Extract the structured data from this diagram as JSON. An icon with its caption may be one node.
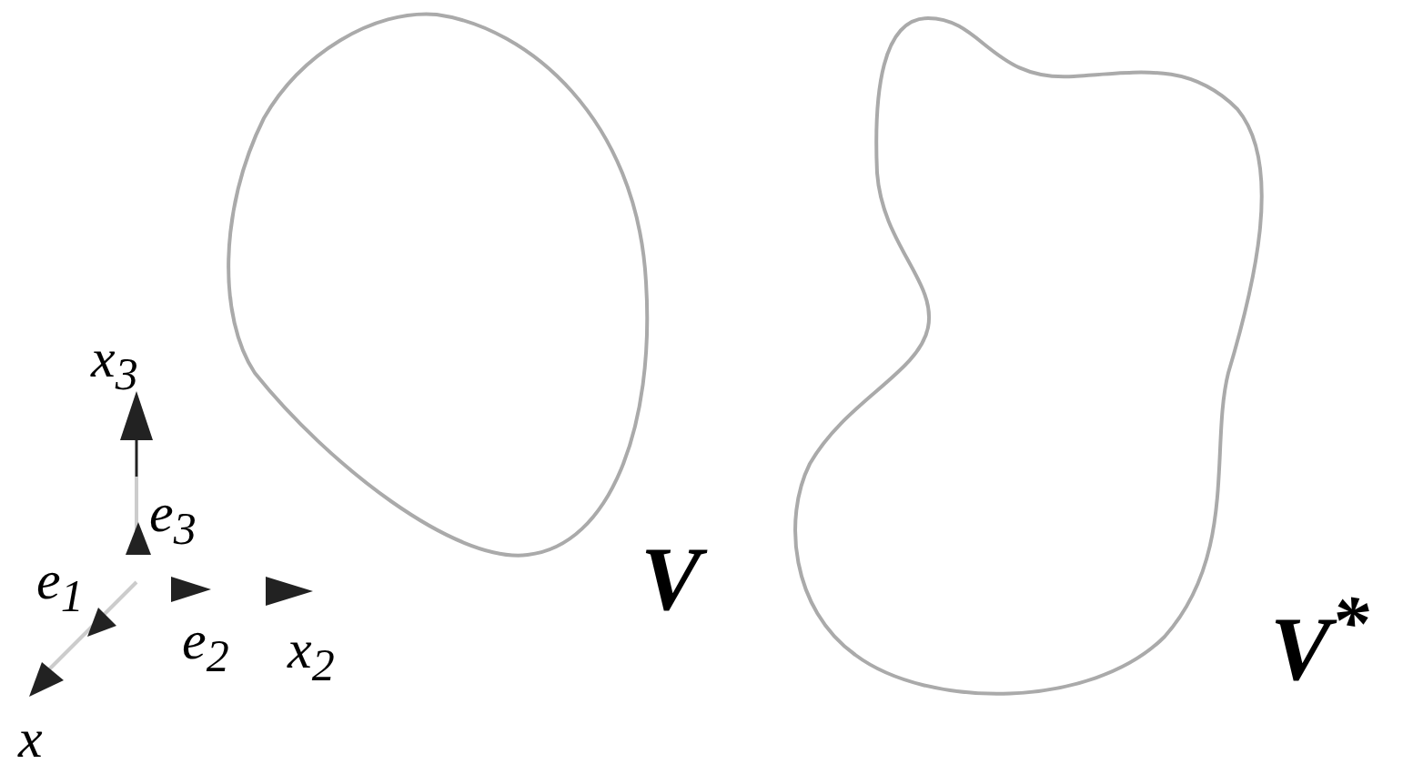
{
  "diagram": {
    "nodes": [
      {
        "text": [
          "V"
        ]
      },
      {
        "text": [
          "V$^{*}$"
        ]
      }
    ],
    "edges": [],
    "labels": [
      "x$_{3}$",
      "e$_{3}$",
      "e$_{1}$",
      "e$_{2}$",
      "x$_{2}$",
      "x"
    ]
  }
}
